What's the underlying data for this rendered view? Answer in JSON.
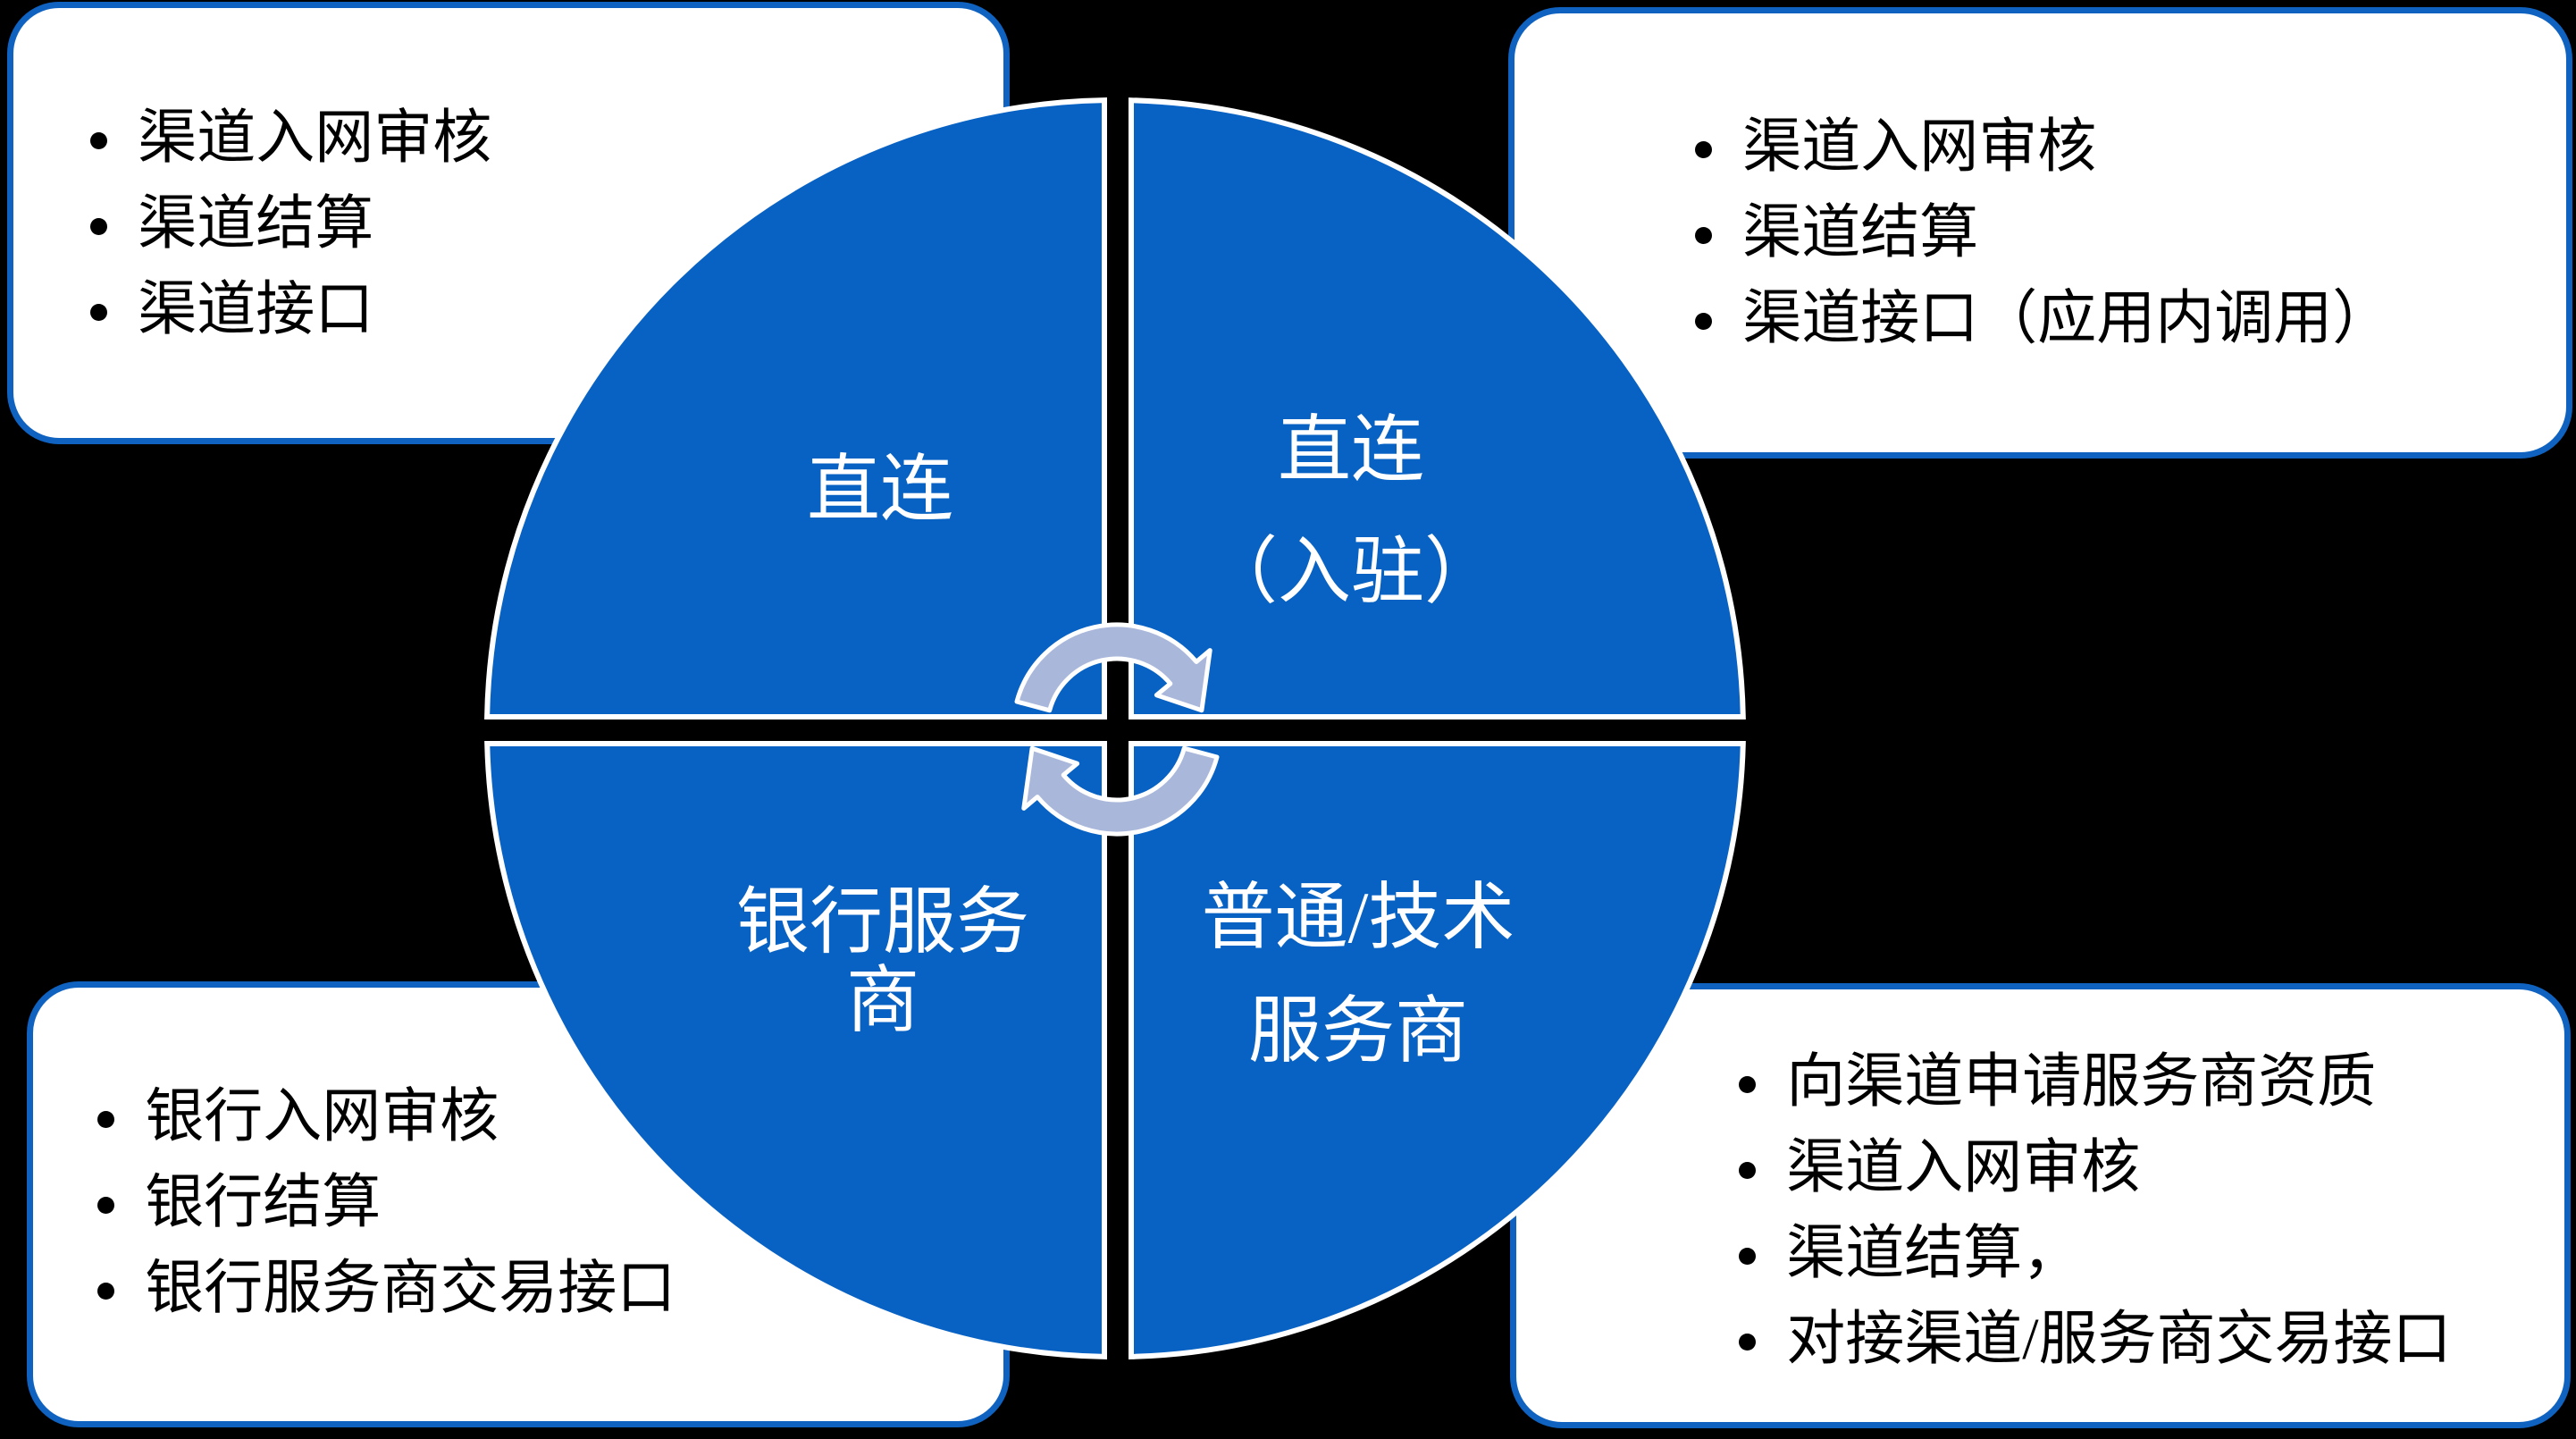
{
  "diagram": {
    "background_color": "#000000",
    "quadrant_blue": "#0862c4",
    "box_border_blue": "#0f62c0",
    "arrow_fill": "#a9b7db",
    "label_color": "#ffffff",
    "center_icon": "cycle-arrows",
    "quadrants": {
      "top_left": {
        "label": "直连"
      },
      "top_right": {
        "line1": "直连",
        "line2": "（入驻）"
      },
      "bottom_left": {
        "line1": "银行服务",
        "line2": "商"
      },
      "bottom_right": {
        "line1": "普通/技术",
        "line2": "服务商"
      }
    },
    "callouts": {
      "top_left": {
        "items": [
          "渠道入网审核",
          "渠道结算",
          "渠道接口"
        ]
      },
      "top_right": {
        "items": [
          "渠道入网审核",
          "渠道结算",
          "渠道接口（应用内调用）"
        ]
      },
      "bottom_left": {
        "items": [
          "银行入网审核",
          "银行结算",
          "银行服务商交易接口"
        ]
      },
      "bottom_right": {
        "items": [
          "向渠道申请服务商资质",
          "渠道入网审核",
          "渠道结算，",
          "对接渠道/服务商交易接口"
        ]
      }
    }
  }
}
